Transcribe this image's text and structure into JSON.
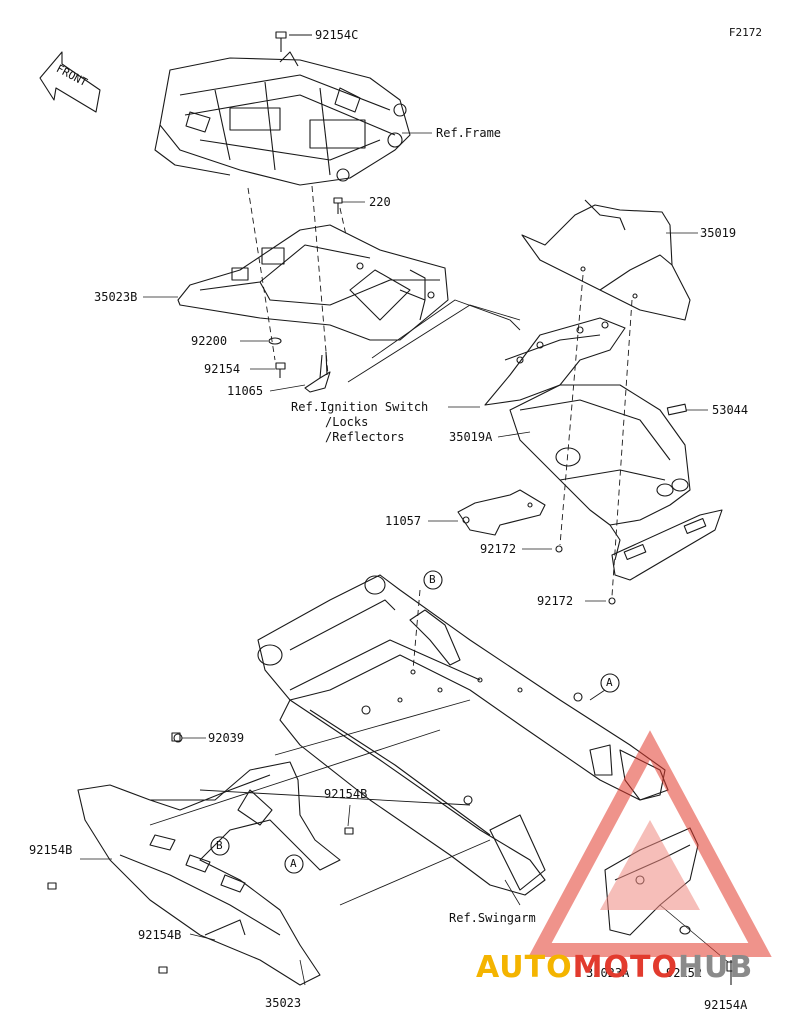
{
  "figure_id": "F2172",
  "front_label": "FRONT",
  "parts": {
    "p92154C": "92154C",
    "ref_frame": "Ref.Frame",
    "p220": "220",
    "p35019": "35019",
    "p35023B": "35023B",
    "p92200": "92200",
    "p92154": "92154",
    "p11065": "11065",
    "ref_ignition": "Ref.Ignition Switch",
    "ref_locks": "/Locks",
    "ref_reflectors": "/Reflectors",
    "p35019A": "35019A",
    "p53044": "53044",
    "p11057": "11057",
    "p92172_a": "92172",
    "p92172_b": "92172",
    "callout_b1": "B",
    "callout_a1": "A",
    "p92039": "92039",
    "p92154B_a": "92154B",
    "p92154B_b": "92154B",
    "p92154B_c": "92154B",
    "callout_a2": "A",
    "callout_b2": "B",
    "ref_swingarm": "Ref.Swingarm",
    "p35023A": "35023A",
    "p92152": "92152",
    "p92154A": "92154A",
    "p35023": "35023"
  },
  "watermark": {
    "part1": "AUTO",
    "part2": "MOTO",
    "part3": "HUB",
    "colors": {
      "yellow": "#f4b400",
      "red": "#e23b2e",
      "gray": "#8a8a8a"
    }
  }
}
